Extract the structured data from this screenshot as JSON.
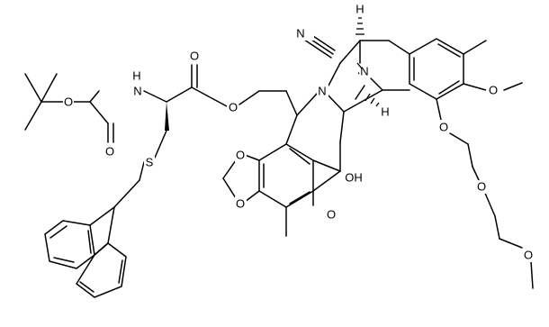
{
  "atoms": {
    "nitrile_n": "N",
    "boc_o_ether": "O",
    "boc_o_carbonyl": "O",
    "carbamate_nh": "H",
    "carbamate_n": "N",
    "ester_o_carbonyl": "O",
    "ester_o": "O",
    "ring_n": "N",
    "bridge_n": "N",
    "h_top": "H",
    "h_right": "H",
    "methoxy_o": "O",
    "mom_o1": "O",
    "mom_o2": "O",
    "peg_o3": "O",
    "thio_s": "S",
    "dioxole_o_top": "O",
    "dioxole_o_bottom": "O",
    "hydroxyl": "OH",
    "ketone_o": "O"
  }
}
